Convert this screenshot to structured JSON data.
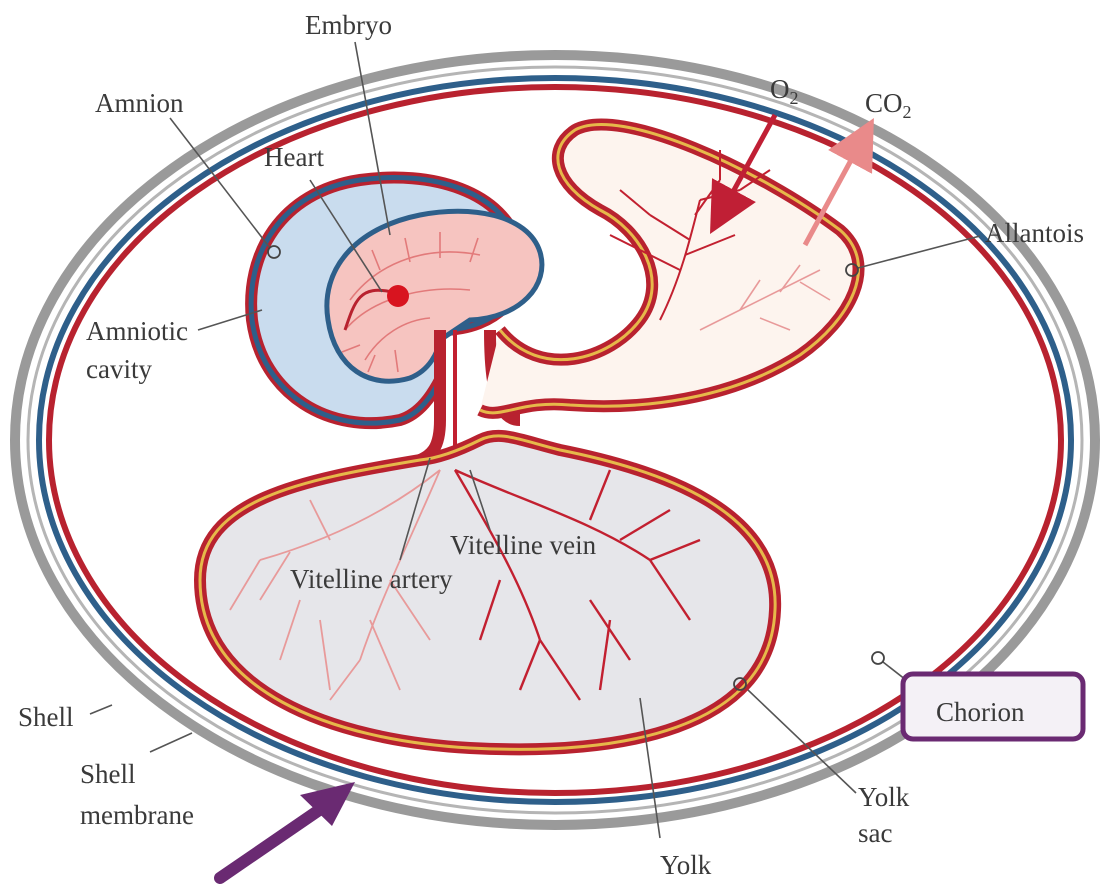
{
  "labels": {
    "embryo": "Embryo",
    "amnion": "Amnion",
    "heart": "Heart",
    "amniotic_1": "Amniotic",
    "amniotic_2": "cavity",
    "o2_base": "O",
    "o2_sub": "2",
    "co2_base": "CO",
    "co2_sub": "2",
    "allantois": "Allantois",
    "vitelline_vein": "Vitelline vein",
    "vitelline_artery": "Vitelline artery",
    "shell": "Shell",
    "shell_membrane_1": "Shell",
    "shell_membrane_2": "membrane",
    "yolk": "Yolk",
    "yolk_sac_1": "Yolk",
    "yolk_sac_2": "sac",
    "chorion": "Chorion"
  },
  "colors": {
    "shell": "#9a9a9a",
    "membrane_blue": "#2e5f8a",
    "vessel_red": "#b8222f",
    "amnion_fill": "#c9dcee",
    "embryo_fill": "#f6c4c0",
    "yolk_fill": "#e6e6ea",
    "yolk_border": "#e6b84a",
    "highlight_purple": "#6a2a72"
  },
  "highlight": {
    "boxed_label": "chorion",
    "arrow_target": "chorion"
  }
}
